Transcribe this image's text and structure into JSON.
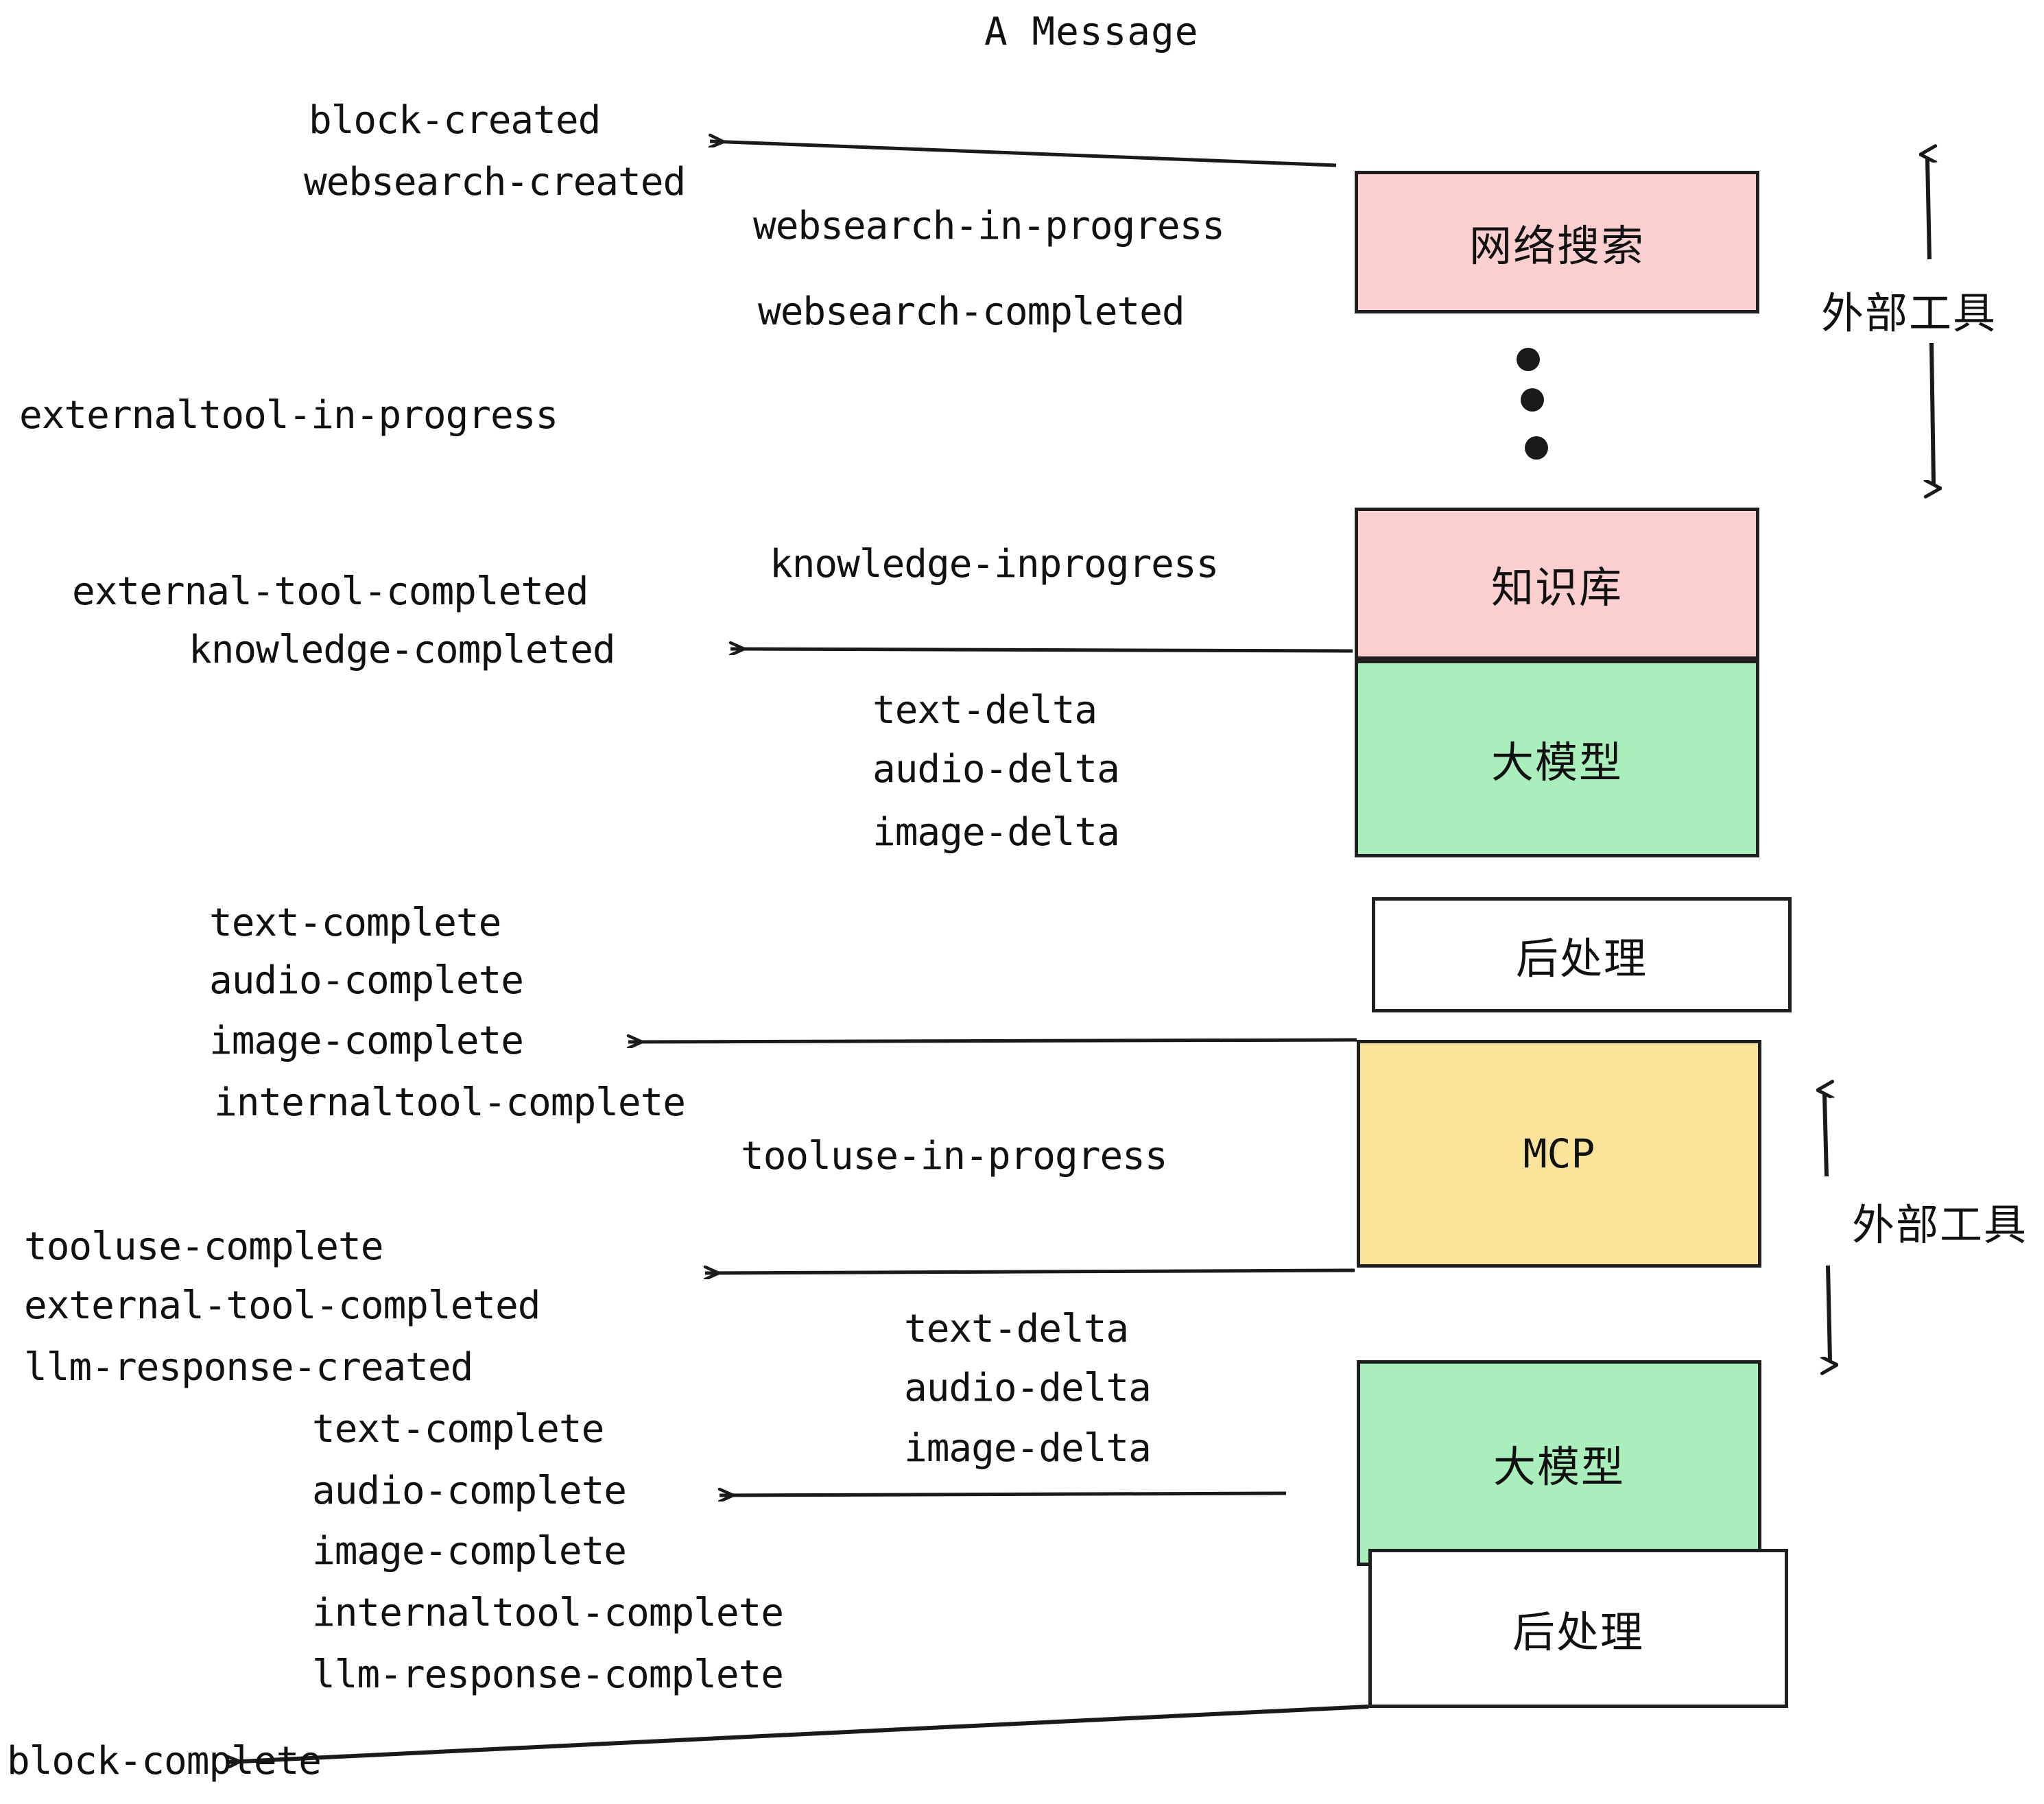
{
  "diagram": {
    "title": "A Message",
    "colors": {
      "external_tool_fill": "#fbcfcf",
      "llm_fill": "#aaeebb",
      "mcp_fill": "#fbe49a",
      "postprocess_fill": "#ffffff",
      "stroke": "#1f1f1f",
      "text": "#111111",
      "background": "#ffffff"
    },
    "nodes": [
      {
        "id": "websearch",
        "label": "网络搜索",
        "fill": "#fbcfcf",
        "kind": "external-tool"
      },
      {
        "id": "knowledge",
        "label": "知识库",
        "fill": "#fbcfcf",
        "kind": "external-tool"
      },
      {
        "id": "llm-1",
        "label": "大模型",
        "fill": "#aaeebb",
        "kind": "llm"
      },
      {
        "id": "postprocess-1",
        "label": "后处理",
        "fill": "#ffffff",
        "kind": "postprocess"
      },
      {
        "id": "mcp",
        "label": "MCP",
        "fill": "#fbe49a",
        "kind": "mcp"
      },
      {
        "id": "llm-2",
        "label": "大模型",
        "fill": "#aaeebb",
        "kind": "llm"
      },
      {
        "id": "postprocess-2",
        "label": "后处理",
        "fill": "#ffffff",
        "kind": "postprocess"
      }
    ],
    "side_labels": [
      {
        "id": "bracket-top",
        "text": "外部工具"
      },
      {
        "id": "bracket-bottom",
        "text": "外部工具"
      }
    ],
    "ellipsis": {
      "id": "vertical-ellipsis",
      "dots": 3
    },
    "events": [
      {
        "id": "e01",
        "text": "block-created"
      },
      {
        "id": "e02",
        "text": "websearch-created"
      },
      {
        "id": "e03",
        "text": "websearch-in-progress"
      },
      {
        "id": "e04",
        "text": "websearch-completed"
      },
      {
        "id": "e05",
        "text": "externaltool-in-progress"
      },
      {
        "id": "e06",
        "text": "knowledge-inprogress"
      },
      {
        "id": "e07",
        "text": "external-tool-completed"
      },
      {
        "id": "e08",
        "text": "knowledge-completed"
      },
      {
        "id": "e09",
        "text": "text-delta"
      },
      {
        "id": "e10",
        "text": "audio-delta"
      },
      {
        "id": "e11",
        "text": "image-delta"
      },
      {
        "id": "e12",
        "text": "text-complete"
      },
      {
        "id": "e13",
        "text": "audio-complete"
      },
      {
        "id": "e14",
        "text": "image-complete"
      },
      {
        "id": "e15",
        "text": "internaltool-complete"
      },
      {
        "id": "e16",
        "text": "tooluse-in-progress"
      },
      {
        "id": "e17",
        "text": "tooluse-complete"
      },
      {
        "id": "e18",
        "text": "external-tool-completed"
      },
      {
        "id": "e19",
        "text": "llm-response-created"
      },
      {
        "id": "e20",
        "text": "text-complete"
      },
      {
        "id": "e21",
        "text": "audio-complete"
      },
      {
        "id": "e22",
        "text": "image-complete"
      },
      {
        "id": "e23",
        "text": "internaltool-complete"
      },
      {
        "id": "e24",
        "text": "llm-response-complete"
      },
      {
        "id": "e25",
        "text": "text-delta"
      },
      {
        "id": "e26",
        "text": "audio-delta"
      },
      {
        "id": "e27",
        "text": "image-delta"
      },
      {
        "id": "e28",
        "text": "block-complete"
      }
    ]
  }
}
